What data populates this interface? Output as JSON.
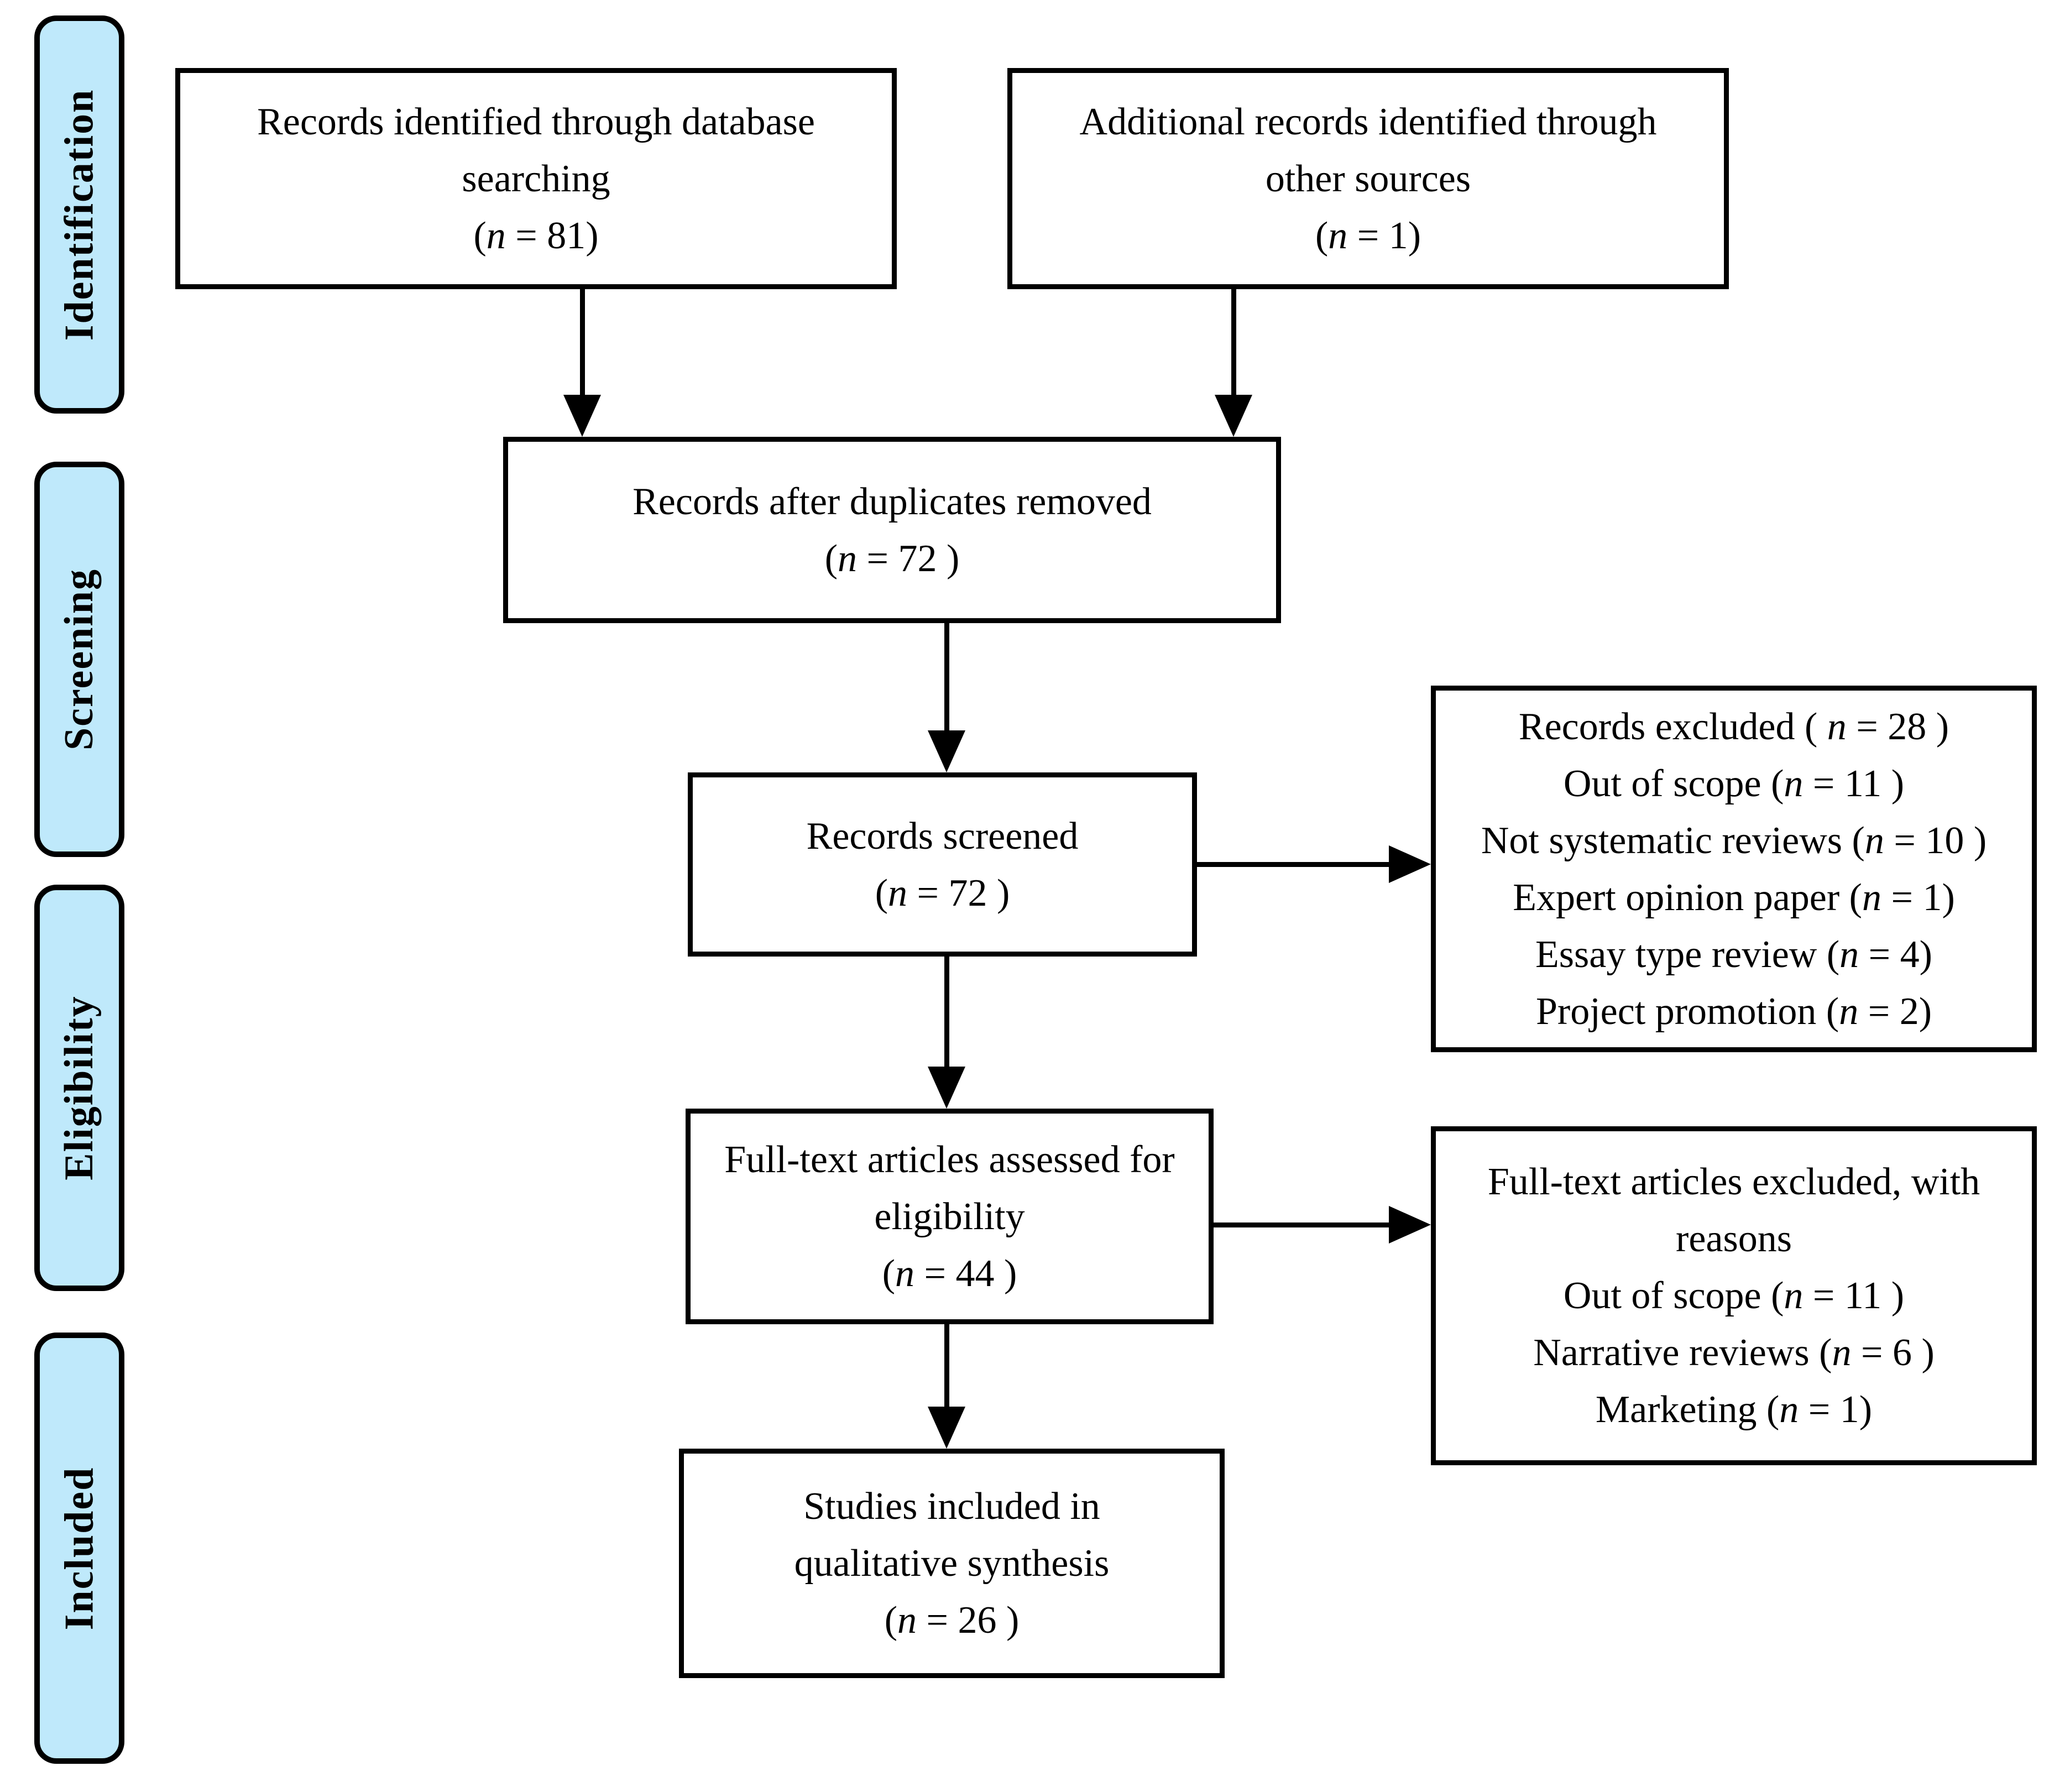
{
  "colors": {
    "stage_fill": "#BFE9FB",
    "box_fill": "#FFFFFF",
    "border": "#000000",
    "text": "#000000"
  },
  "stages": [
    {
      "label": "Identification"
    },
    {
      "label": "Screening"
    },
    {
      "label": "Eligibility"
    },
    {
      "label": "Included"
    }
  ],
  "boxes": {
    "records_identified": {
      "lines": [
        "Records identified through database",
        "searching",
        [
          {
            "t": "("
          },
          {
            "t": "n",
            "i": true
          },
          {
            "t": " = 81)"
          }
        ]
      ]
    },
    "additional_records": {
      "lines": [
        "Additional records identified through",
        "other sources",
        [
          {
            "t": "("
          },
          {
            "t": "n",
            "i": true
          },
          {
            "t": " = 1)"
          }
        ]
      ]
    },
    "after_duplicates": {
      "lines": [
        "Records after duplicates removed",
        [
          {
            "t": "("
          },
          {
            "t": "n",
            "i": true
          },
          {
            "t": " = 72 )"
          }
        ]
      ]
    },
    "records_screened": {
      "lines": [
        "Records screened",
        [
          {
            "t": "("
          },
          {
            "t": "n",
            "i": true
          },
          {
            "t": " = 72 )"
          }
        ]
      ]
    },
    "records_excluded": {
      "lines": [
        [
          {
            "t": "Records excluded ( "
          },
          {
            "t": "n",
            "i": true
          },
          {
            "t": " = 28 )"
          }
        ],
        [
          {
            "t": "Out of scope ("
          },
          {
            "t": "n",
            "i": true
          },
          {
            "t": " = 11 )"
          }
        ],
        [
          {
            "t": "Not systematic reviews ("
          },
          {
            "t": "n",
            "i": true
          },
          {
            "t": " = 10 )"
          }
        ],
        [
          {
            "t": "Expert opinion paper ("
          },
          {
            "t": "n",
            "i": true
          },
          {
            "t": " = 1)"
          }
        ],
        [
          {
            "t": "Essay type review ("
          },
          {
            "t": "n",
            "i": true
          },
          {
            "t": " = 4)"
          }
        ],
        [
          {
            "t": "Project promotion ("
          },
          {
            "t": "n",
            "i": true
          },
          {
            "t": " = 2)"
          }
        ]
      ]
    },
    "fulltext_assessed": {
      "lines": [
        "Full-text articles assessed for",
        "eligibility",
        [
          {
            "t": "("
          },
          {
            "t": "n",
            "i": true
          },
          {
            "t": " = 44 )"
          }
        ]
      ]
    },
    "fulltext_excluded": {
      "lines": [
        "Full-text articles excluded, with",
        "reasons",
        [
          {
            "t": "Out of scope ("
          },
          {
            "t": "n",
            "i": true
          },
          {
            "t": " = 11 )"
          }
        ],
        [
          {
            "t": "Narrative reviews ("
          },
          {
            "t": "n",
            "i": true
          },
          {
            "t": " = 6 )"
          }
        ],
        [
          {
            "t": "Marketing ("
          },
          {
            "t": "n",
            "i": true
          },
          {
            "t": " = 1)"
          }
        ]
      ]
    },
    "studies_included": {
      "lines": [
        "Studies included in",
        "qualitative synthesis",
        [
          {
            "t": "("
          },
          {
            "t": "n",
            "i": true
          },
          {
            "t": " = 26 )"
          }
        ]
      ]
    }
  }
}
